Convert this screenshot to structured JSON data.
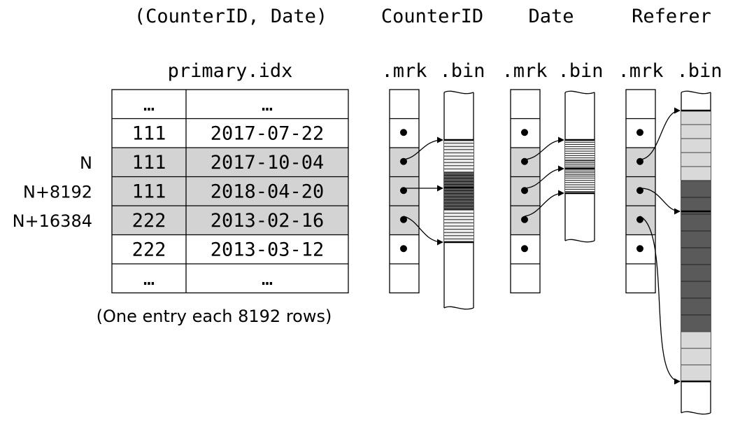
{
  "headers": {
    "key": "(CounterID, Date)",
    "counterid": "CounterID",
    "date": "Date",
    "referer": "Referer"
  },
  "index_title": "primary.idx",
  "file_labels": {
    "mrk": ".mrk",
    "bin": ".bin"
  },
  "row_labels": [
    "",
    "",
    "N",
    "N+8192",
    "N+16384",
    "",
    ""
  ],
  "rows": [
    {
      "counter": "…",
      "date": "…",
      "highlight": false
    },
    {
      "counter": "111",
      "date": "2017-07-22",
      "highlight": false
    },
    {
      "counter": "111",
      "date": "2017-10-04",
      "highlight": true
    },
    {
      "counter": "111",
      "date": "2018-04-20",
      "highlight": true
    },
    {
      "counter": "222",
      "date": "2013-02-16",
      "highlight": true
    },
    {
      "counter": "222",
      "date": "2013-03-12",
      "highlight": false
    },
    {
      "counter": "…",
      "date": "…",
      "highlight": false
    }
  ],
  "footnote": "(One entry each 8192 rows)",
  "colors": {
    "highlight": "#d3d3d3",
    "dark_block": "#5a5a5a",
    "light_block": "#d9d9d9",
    "line": "#000000"
  },
  "icons": [
    "mark-dot-icon",
    "arrow-icon",
    "wavy-edge-icon"
  ]
}
